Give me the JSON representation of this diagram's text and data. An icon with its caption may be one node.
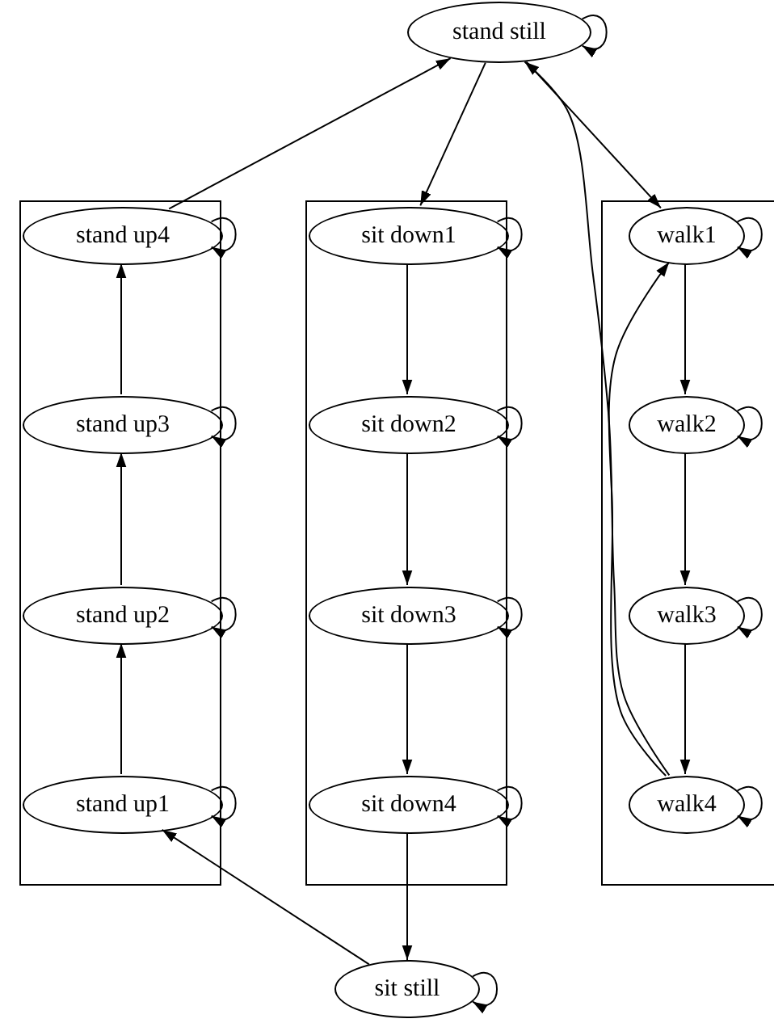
{
  "diagram": {
    "nodes": [
      {
        "text": [
          "stand still"
        ]
      },
      {
        "text": [],
        "shape": "box"
      },
      {
        "text": [
          "stand up4"
        ],
        "in": 1
      },
      {
        "text": [
          "stand up3"
        ],
        "in": 1
      },
      {
        "text": [
          "stand up2"
        ],
        "in": 1
      },
      {
        "text": [
          "stand up1"
        ],
        "in": 1
      },
      {
        "text": [],
        "shape": "box"
      },
      {
        "text": [
          "sit down1"
        ],
        "in": 6
      },
      {
        "text": [
          "sit down2"
        ],
        "in": 6
      },
      {
        "text": [
          "sit down3"
        ],
        "in": 6
      },
      {
        "text": [
          "sit down4"
        ],
        "in": 6
      },
      {
        "text": [],
        "shape": "box"
      },
      {
        "text": [
          "walk1"
        ],
        "in": 11
      },
      {
        "text": [
          "walk2"
        ],
        "in": 11
      },
      {
        "text": [
          "walk3"
        ],
        "in": 11
      },
      {
        "text": [
          "walk4"
        ],
        "in": 11
      },
      {
        "text": [
          "sit still"
        ]
      }
    ],
    "edges": [
      {
        "from": 0,
        "to": 0,
        "arrow": "to"
      },
      {
        "from": 0,
        "to": 7,
        "arrow": "to"
      },
      {
        "from": 0,
        "to": 12,
        "arrow": "to"
      },
      {
        "from": 2,
        "to": 0,
        "arrow": "to"
      },
      {
        "from": 2,
        "to": 2,
        "arrow": "to"
      },
      {
        "from": 3,
        "to": 3,
        "arrow": "to"
      },
      {
        "from": 4,
        "to": 4,
        "arrow": "to"
      },
      {
        "from": 5,
        "to": 5,
        "arrow": "to"
      },
      {
        "from": 5,
        "to": 4,
        "arrow": "to"
      },
      {
        "from": 4,
        "to": 3,
        "arrow": "to"
      },
      {
        "from": 3,
        "to": 2,
        "arrow": "to"
      },
      {
        "from": 7,
        "to": 7,
        "arrow": "to"
      },
      {
        "from": 8,
        "to": 8,
        "arrow": "to"
      },
      {
        "from": 9,
        "to": 9,
        "arrow": "to"
      },
      {
        "from": 10,
        "to": 10,
        "arrow": "to"
      },
      {
        "from": 7,
        "to": 8,
        "arrow": "to"
      },
      {
        "from": 8,
        "to": 9,
        "arrow": "to"
      },
      {
        "from": 9,
        "to": 10,
        "arrow": "to"
      },
      {
        "from": 10,
        "to": 16,
        "arrow": "to"
      },
      {
        "from": 12,
        "to": 12,
        "arrow": "to"
      },
      {
        "from": 13,
        "to": 13,
        "arrow": "to"
      },
      {
        "from": 14,
        "to": 14,
        "arrow": "to"
      },
      {
        "from": 15,
        "to": 15,
        "arrow": "to"
      },
      {
        "from": 12,
        "to": 13,
        "arrow": "to"
      },
      {
        "from": 13,
        "to": 14,
        "arrow": "to"
      },
      {
        "from": 14,
        "to": 15,
        "arrow": "to"
      },
      {
        "from": 15,
        "to": 12,
        "arrow": "to"
      },
      {
        "from": 15,
        "to": 0,
        "arrow": "to"
      },
      {
        "from": 16,
        "to": 16,
        "arrow": "to"
      },
      {
        "from": 16,
        "to": 5,
        "arrow": "to"
      }
    ]
  }
}
